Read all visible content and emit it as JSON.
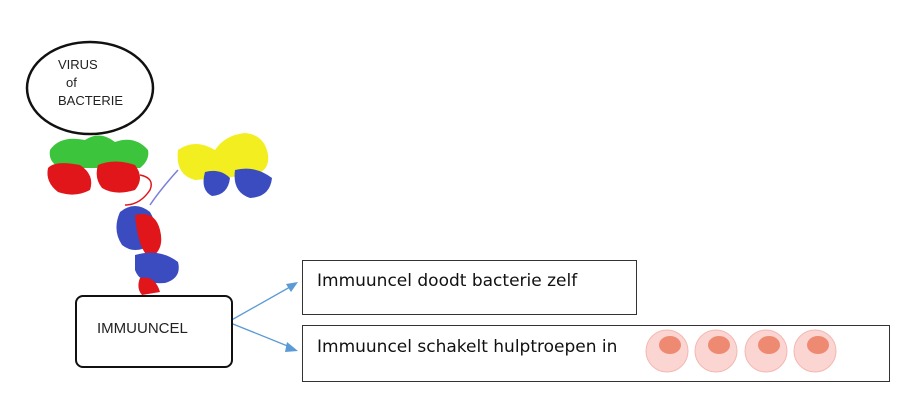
{
  "target": {
    "label_line1": "VIRUS",
    "label_line2": "of",
    "label_line3": "BACTERIE"
  },
  "cell": {
    "label": "IMMUUNCEL"
  },
  "outcomes": [
    {
      "text": "Immuuncel doodt bacterie zelf"
    },
    {
      "text": "Immuuncel schakelt hulptroepen in"
    }
  ],
  "helper_cell_count": 4,
  "colors": {
    "arrow": "#5b9bd5",
    "heavy_chain": "#3a4cc0",
    "light_chain": "#e0161b",
    "antigen_site_green": "#3cc43c",
    "antigen_site_yellow": "#f2ee1f",
    "helper_cell": "#fbd5d2",
    "helper_nucleus": "#ef8a72"
  }
}
